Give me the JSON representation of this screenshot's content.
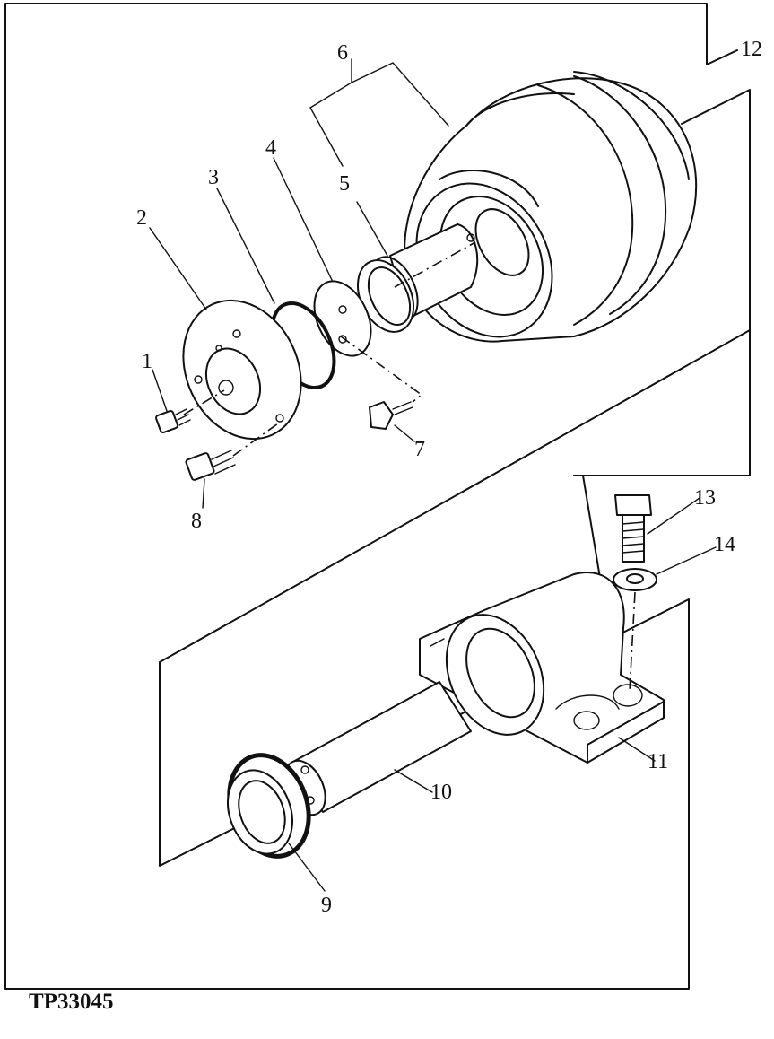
{
  "figure_id": "TP33045",
  "callouts": {
    "c1": "1",
    "c2": "2",
    "c3": "3",
    "c4": "4",
    "c5": "5",
    "c6": "6",
    "c7": "7",
    "c8": "8",
    "c9": "9",
    "c10": "10",
    "c11": "11",
    "c12": "12",
    "c13": "13",
    "c14": "14"
  }
}
